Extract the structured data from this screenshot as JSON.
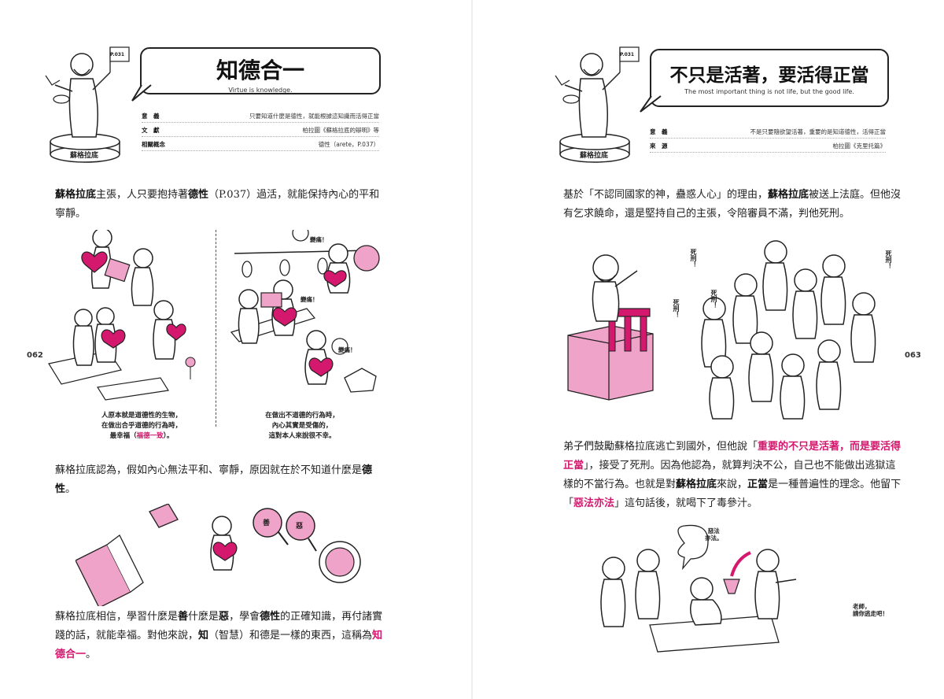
{
  "left": {
    "page_number": "062",
    "statue_label": "蘇格拉底",
    "flag_ref": "P.031",
    "title_zh": "知德合一",
    "title_en": "Virtue is knowledge.",
    "meta": [
      {
        "key": "意　義",
        "value": "只要知道什麼是德性，就能根據這知識而活得正當"
      },
      {
        "key": "文　獻",
        "value": "柏拉圖《蘇格拉底的辯明》等"
      },
      {
        "key": "相關概念",
        "value": "德性（arete，P.037）"
      }
    ],
    "para1_a": "蘇格拉底",
    "para1_b": "主張，人只要抱持著",
    "para1_c": "德性",
    "para1_d": "（P.037）過活，就能保持內心的平和寧靜。",
    "bubbles": [
      "變痛！",
      "變痛！",
      "變痛！"
    ],
    "caption_left": [
      "人原本就是道德性的生物，",
      "在做出合乎道德的行為時，",
      "最幸福（",
      "）。"
    ],
    "caption_left_hl": "福德一致",
    "caption_right": [
      "在做出不道德的行為時，",
      "內心其實是受傷的，",
      "這對本人來說很不幸。"
    ],
    "para2_a": "蘇格拉底認為，假如內心無法平和、寧靜，原因就在於不知道什麼是",
    "para2_b": "德性",
    "para2_c": "。",
    "glass_labels": [
      "善",
      "惡"
    ],
    "para3_a": "蘇格拉底相信，學習什麼是",
    "para3_b": "善",
    "para3_c": "什麼是",
    "para3_d": "惡",
    "para3_e": "，學會",
    "para3_f": "德性",
    "para3_g": "的正確知識，再付諸實踐的話，就能幸福。對他來說，",
    "para3_h": "知",
    "para3_i": "（智慧）和德是一樣的東西，這稱為",
    "para3_j": "知德合一",
    "para3_k": "。"
  },
  "right": {
    "page_number": "063",
    "statue_label": "蘇格拉底",
    "flag_ref": "P.031",
    "title_zh": "不只是活著，要活得正當",
    "title_en": "The most important thing is not life, but the good life.",
    "meta": [
      {
        "key": "意　義",
        "value": "不是只要隨欲望活著，重要的是知道德性，活得正當"
      },
      {
        "key": "來　源",
        "value": "柏拉圖《克里托篇》"
      }
    ],
    "para1_a": "基於「不認同國家的神，蠱惑人心」的理由，",
    "para1_b": "蘇格拉底",
    "para1_c": "被送上法庭。但他沒有乞求饒命，還是堅持自己的主張，令陪審員不滿，判他死刑。",
    "shouts": [
      "死刑！",
      "死刑！",
      "死刑！",
      "死刑！"
    ],
    "para2_a": "弟子們鼓勵蘇格拉底逃亡到國外，但他說「",
    "para2_b": "重要的不只是活著，而是要活得正當",
    "para2_c": "」，接受了死刑。因為他認為，就算判決不公，自己也不能做出逃獄這樣的不當行為。也就是對",
    "para2_d": "蘇格拉底",
    "para2_e": "來說，",
    "para2_f": "正當",
    "para2_g": "是一種普遍性的理念。他留下「",
    "para2_h": "惡法亦法",
    "para2_i": "」這句話後，就喝下了毒參汁。",
    "speech1": [
      "惡法",
      "亦法。"
    ],
    "speech2": [
      "老師，",
      "請你逃走吧！"
    ]
  },
  "colors": {
    "accent": "#d4186e",
    "pink_fill": "#f0a3c8",
    "ink": "#222222"
  }
}
